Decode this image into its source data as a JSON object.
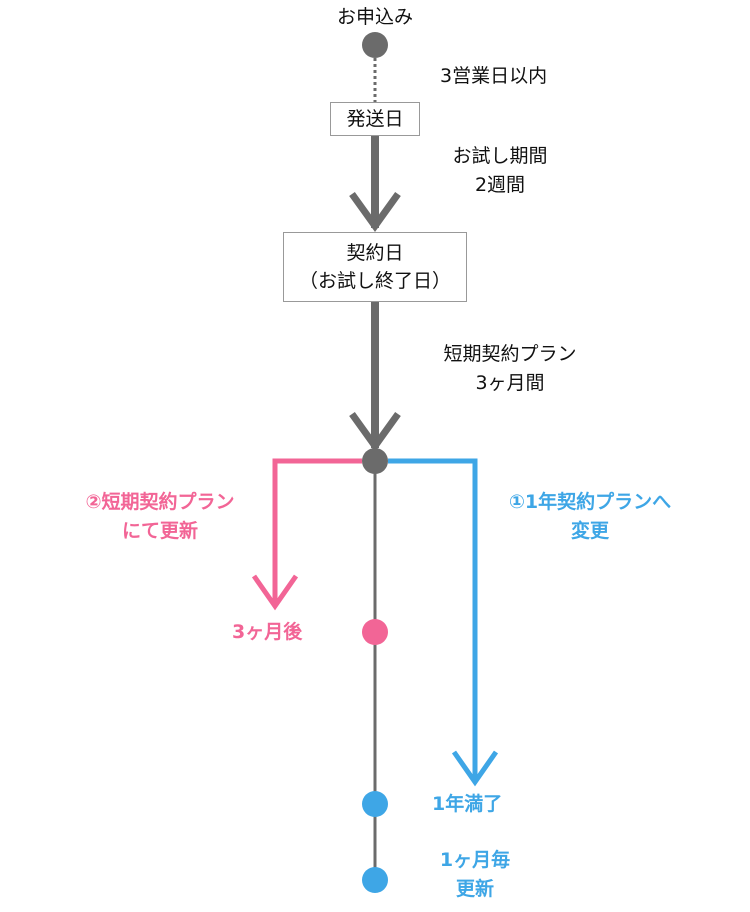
{
  "colors": {
    "gray": "#6b6b6b",
    "pink": "#f26596",
    "blue": "#3ea6e6",
    "box_border": "#999999"
  },
  "nodes": {
    "application": "お申込み",
    "ship_day": "発送日",
    "contract_day": {
      "line1": "契約日",
      "line2": "（お試し終了日）"
    }
  },
  "intervals": {
    "shipping": "3営業日以内",
    "trial": {
      "line1": "お試し期間",
      "line2": "2週間"
    },
    "short_plan": {
      "line1": "短期契約プラン",
      "line2": "3ヶ月間"
    }
  },
  "branches": {
    "short": {
      "label_line1": "②短期契約プラン",
      "label_line2": "にて更新",
      "end_label": "3ヶ月後"
    },
    "annual": {
      "label_line1": "①1年契約プランへ",
      "label_line2": "変更",
      "end_label": "1年満了",
      "renew_line1": "1ヶ月毎",
      "renew_line2": "更新"
    }
  }
}
